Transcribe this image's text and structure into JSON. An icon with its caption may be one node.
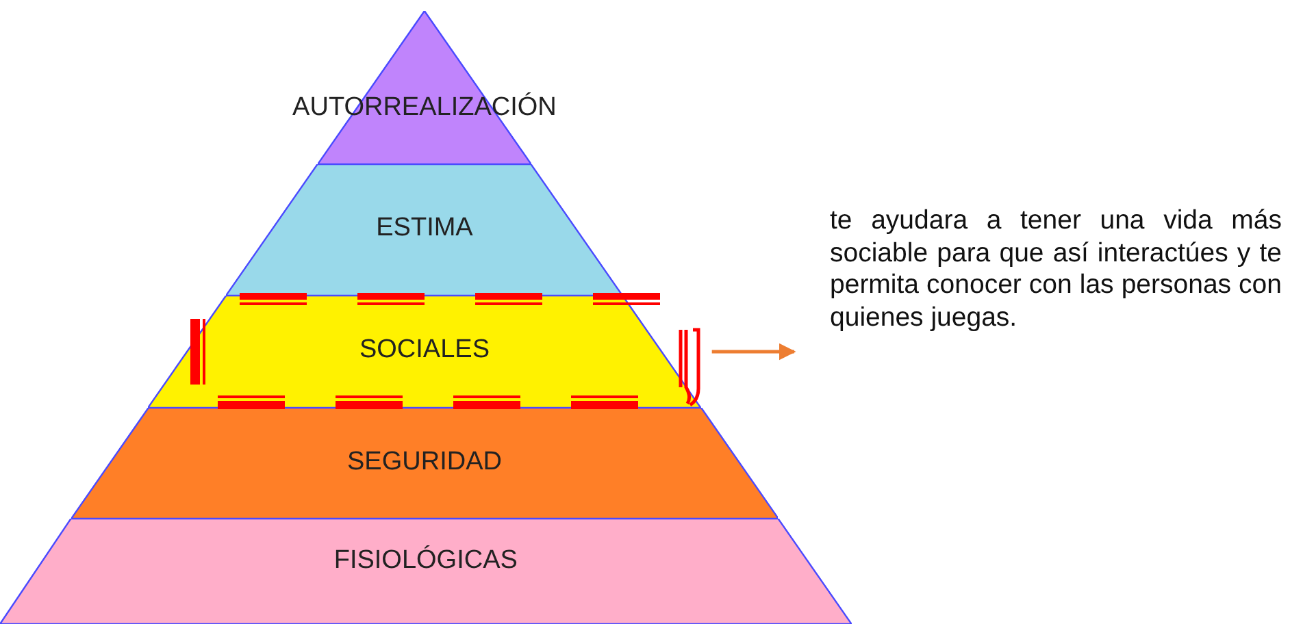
{
  "diagram": {
    "nodes": [
      {
        "text": [
          "AUTORREALIZACIÓN"
        ]
      },
      {
        "text": [
          "ESTIMA"
        ]
      },
      {
        "text": [
          "SOCIALES"
        ]
      },
      {
        "text": [
          "SEGURIDAD"
        ]
      },
      {
        "text": [
          "FISIOLÓGICAS"
        ]
      },
      {
        "text": [
          "te ayudara a tener una vida más sociable para que así interactúes y te permita conocer con las personas con quienes juegas."
        ]
      }
    ],
    "edges": [
      {
        "from": 2,
        "to": 5,
        "arrow": "to",
        "color": "#ed7d31"
      }
    ]
  }
}
